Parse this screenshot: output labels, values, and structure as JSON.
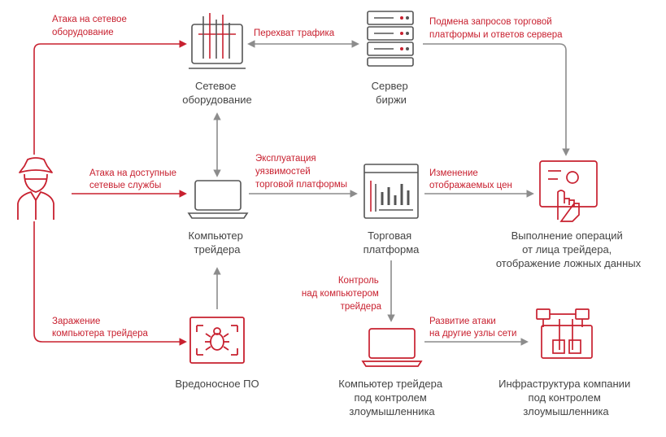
{
  "colors": {
    "accent": "#c8202f",
    "icon": "#555555",
    "arrow": "#8c8c8c",
    "text": "#444444"
  },
  "nodes": {
    "network_equipment": {
      "label": [
        "Сетевое",
        "оборудование"
      ],
      "icon": "network-equipment-icon"
    },
    "exchange_server": {
      "label": [
        "Сервер",
        "биржи"
      ],
      "icon": "server-rack-icon"
    },
    "attacker": {
      "icon": "hacker-icon"
    },
    "trader_computer": {
      "label": [
        "Компьютер",
        "трейдера"
      ],
      "icon": "laptop-icon"
    },
    "trading_platform": {
      "label": [
        "Торговая",
        "платформа"
      ],
      "icon": "trading-platform-icon"
    },
    "operations": {
      "label": [
        "Выполнение операций",
        "от лица трейдера,",
        "отображение ложных данных"
      ],
      "icon": "touch-screen-icon"
    },
    "malware": {
      "label": [
        "Вредоносное ПО"
      ],
      "icon": "bug-icon"
    },
    "compromised_computer": {
      "label": [
        "Компьютер трейдера",
        "под контролем",
        "злоумышленника"
      ],
      "icon": "laptop-icon"
    },
    "company_infra": {
      "label": [
        "Инфраструктура компании",
        "под контролем",
        "злоумышленника"
      ],
      "icon": "network-infrastructure-icon"
    }
  },
  "edges": {
    "attack_network": [
      "Атака на сетевое",
      "оборудование"
    ],
    "intercept_traffic": [
      "Перехват трафика"
    ],
    "spoof_requests": [
      "Подмена запросов торговой",
      "платформы и ответов сервера"
    ],
    "attack_services": [
      "Атака на доступные",
      "сетевые службы"
    ],
    "exploit_vulns": [
      "Эксплуатация",
      "уязвимостей",
      "торговой платформы"
    ],
    "change_prices": [
      "Изменение",
      "отображаемых цен"
    ],
    "infection": [
      "Заражение",
      "компьютера трейдера"
    ],
    "control_computer": [
      "Контроль",
      "над компьютером",
      "трейдера"
    ],
    "lateral_movement": [
      "Развитие атаки",
      "на другие узлы сети"
    ]
  }
}
